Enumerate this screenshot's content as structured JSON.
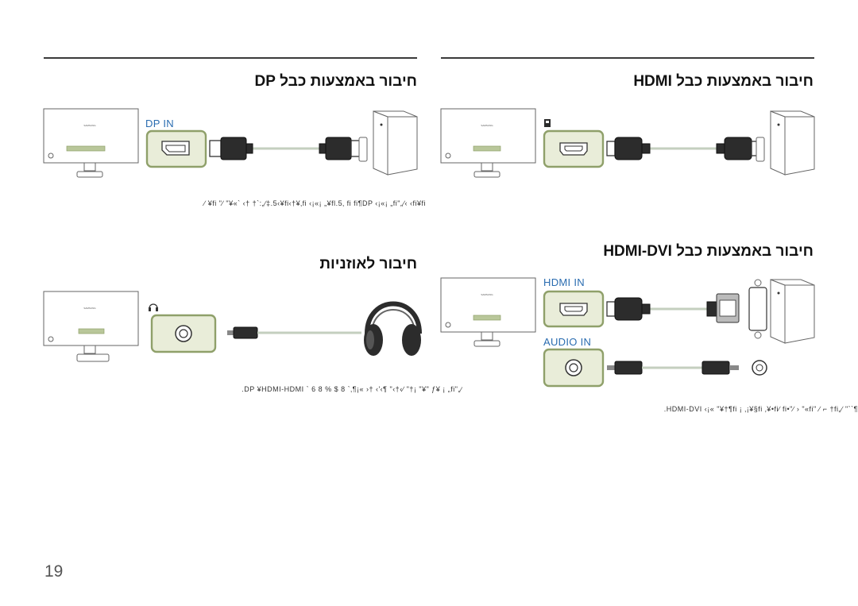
{
  "sections": {
    "dp": {
      "title": "חיבור באמצעות כבל DP",
      "port_label": "DP IN",
      "note": "∕ ¥fi \"∕ \"¥«` ‹† †`:„∕‡.5‹¥fi‹†¥‚fi ‹¡«¡ „¥fl.5‚ fi fi¶DP ‹¡«¡ „fi\"„∕‹ ‹fi¥fi"
    },
    "hdmi": {
      "title": "חיבור באמצעות כבל HDMI"
    },
    "headphones": {
      "title": "חיבור לאוזניות",
      "note": ".DP ¥HDMI-HDMI ` 6 8 % $ 8 `‚¶¡« ›† ‹'‹¶ \"‹†‹∕ \"†¡ \"¥\" ƒ¥ ¡ „fi\"„∕"
    },
    "hdmi_dvi": {
      "title": "חיבור באמצעות כבל HDMI-DVI",
      "port_hdmi": "HDMI IN",
      "port_audio": "AUDIO IN",
      "note": ".HDMI-DVI ‹¡« \"¥†¶fi ¡ ‚¡¥§fi ‚¥•fi∕ fi•\"∕ › \"«fi\" ∕ ⌐ †fi„∕ \"``¶"
    }
  },
  "page_number": "19",
  "colors": {
    "accent": "#8fa06a",
    "port_label": "#2a6cb0",
    "rule": "#3a3a3a"
  },
  "icons": [
    "monitor-icon",
    "pc-tower-icon",
    "dp-port-icon",
    "hdmi-port-icon",
    "dvi-connector-icon",
    "headphone-jack-icon",
    "headphones-icon",
    "audio-jack-icon",
    "hdmi-symbol-icon",
    "headphone-symbol-icon"
  ]
}
